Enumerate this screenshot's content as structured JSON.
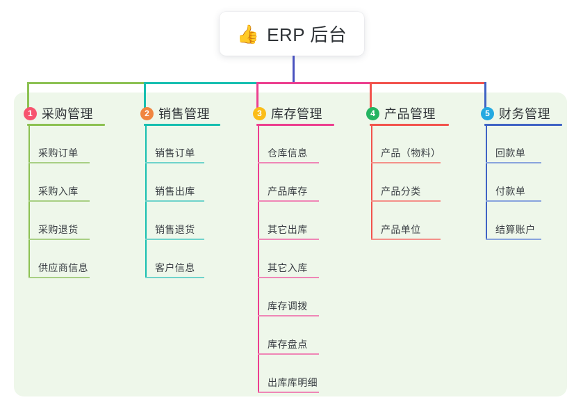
{
  "diagram": {
    "type": "mindmap",
    "root": {
      "icon": "thumbs-up-icon",
      "icon_glyph": "👍",
      "label": "ERP 后台"
    },
    "stem_color": "#4952bf",
    "panel_color": "#eef7ea",
    "branches": [
      {
        "number": "1",
        "badge_color": "#f7546f",
        "line_color": "#8cc152",
        "child_line_color": "#a8cf84",
        "title": "采购管理",
        "children": [
          "采购订单",
          "采购入库",
          "采购退货",
          "供应商信息"
        ]
      },
      {
        "number": "2",
        "badge_color": "#f08540",
        "line_color": "#17bfb0",
        "child_line_color": "#6fd3cb",
        "title": "销售管理",
        "children": [
          "销售订单",
          "销售出库",
          "销售退货",
          "客户信息"
        ]
      },
      {
        "number": "3",
        "badge_color": "#fbbd18",
        "line_color": "#ec3f8f",
        "child_line_color": "#ef86b6",
        "title": "库存管理",
        "children": [
          "仓库信息",
          "产品库存",
          "其它出库",
          "其它入库",
          "库存调拨",
          "库存盘点",
          "出库库明细"
        ]
      },
      {
        "number": "4",
        "badge_color": "#24b461",
        "line_color": "#f2534d",
        "child_line_color": "#f49089",
        "title": "产品管理",
        "children": [
          "产品（物料）",
          "产品分类",
          "产品单位"
        ]
      },
      {
        "number": "5",
        "badge_color": "#24a9e1",
        "line_color": "#3f63c4",
        "child_line_color": "#88a3dd",
        "title": "财务管理",
        "children": [
          "回款单",
          "付款单",
          "结算账户"
        ]
      }
    ]
  }
}
